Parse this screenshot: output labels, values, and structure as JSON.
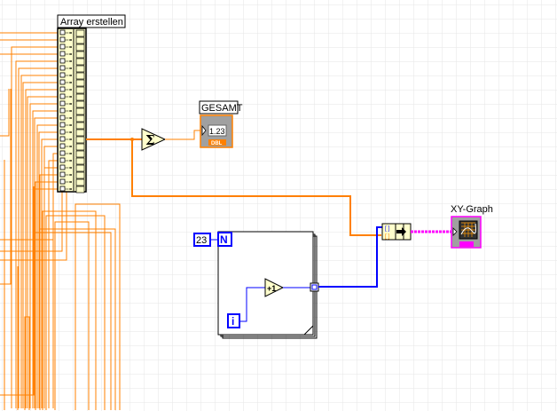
{
  "diagram": {
    "type": "LabVIEW block diagram",
    "colors": {
      "grid": "#e8e8e8",
      "double_wire": "#ff8000",
      "integer_wire": "#0000ff",
      "cluster_wire": "#ff00ff",
      "node_fill": "#ffffcc",
      "indicator_fill": "#a0a0a0",
      "border": "#000000"
    },
    "build_array": {
      "label": "Array erstellen",
      "input_count": 23
    },
    "add_array_elements": {
      "symbol": "Σ"
    },
    "gesamt_indicator": {
      "label": "GESAMT",
      "value": "1.23",
      "type": "DBL"
    },
    "for_loop": {
      "count_constant": "23",
      "count_terminal": "N",
      "iteration_terminal": "i",
      "increment_symbol": "+1"
    },
    "bundle": {
      "inputs": 2
    },
    "xy_graph": {
      "label": "XY-Graph"
    }
  }
}
